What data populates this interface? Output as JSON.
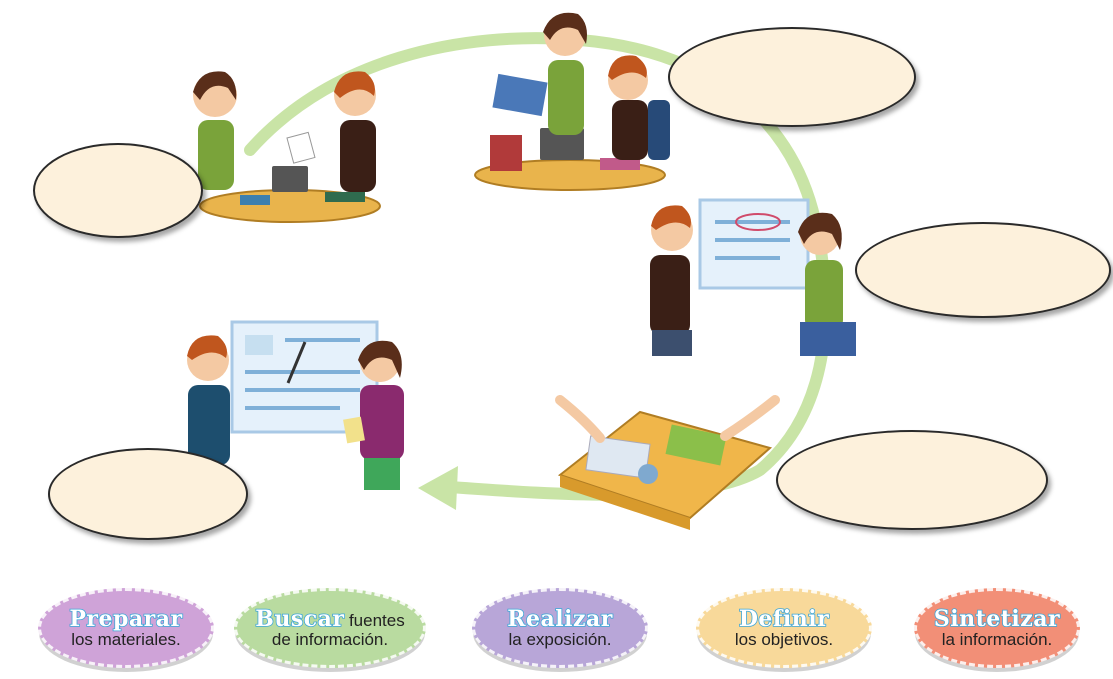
{
  "activity_cards": [
    {
      "verb": "Preparar",
      "rest_line1": "los materiales.",
      "color": "#cfa3d8"
    },
    {
      "verb": "Buscar",
      "rest_inline": "fuentes",
      "rest_line2": "de información.",
      "color": "#b9dba0"
    },
    {
      "verb": "Realizar",
      "rest_line1": "la exposición.",
      "color": "#b8a6d8"
    },
    {
      "verb": "Definir",
      "rest_line1": "los objetivos.",
      "color": "#f8d99a"
    },
    {
      "verb": "Sintetizar",
      "rest_line1": "la información.",
      "color": "#f28f77"
    }
  ],
  "colors": {
    "cycle_arrow": "#c9e4a6",
    "answer_oval_fill": "#fdf1dc",
    "verb_outline": "#3fa7d8"
  }
}
